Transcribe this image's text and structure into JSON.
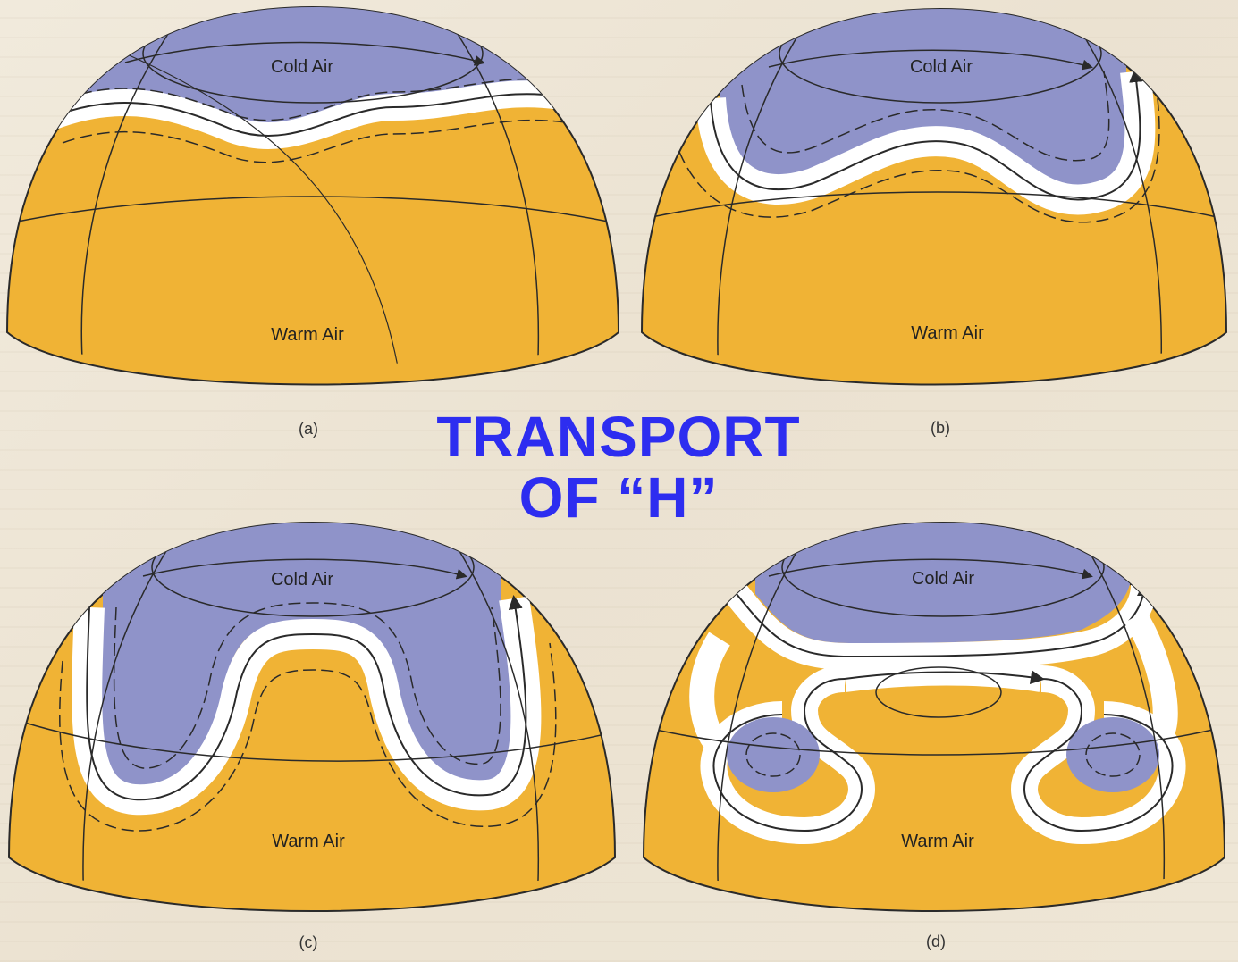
{
  "title": {
    "line1": "TRANSPORT",
    "line2": "OF “H”"
  },
  "panels": [
    {
      "id": "a",
      "cold_label": "Cold Air",
      "warm_label": "Warm Air",
      "caption": "(a)"
    },
    {
      "id": "b",
      "cold_label": "Cold Air",
      "warm_label": "Warm Air",
      "caption": "(b)"
    },
    {
      "id": "c",
      "cold_label": "Cold Air",
      "warm_label": "Warm Air",
      "caption": "(c)"
    },
    {
      "id": "d",
      "cold_label": "Cold Air",
      "warm_label": "Warm Air",
      "caption": "(d)"
    }
  ],
  "colors": {
    "warm": "#f0b335",
    "cold": "#8f93c9",
    "jet": "#ffffff",
    "outline": "#2a2a2a",
    "title": "#2d2df0"
  }
}
